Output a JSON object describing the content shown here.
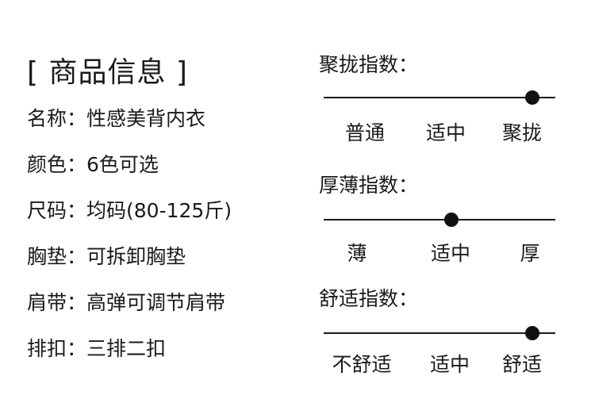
{
  "title": "[ 商品信息 ]",
  "info": [
    {
      "label": "名称：",
      "value": "性感美背内衣"
    },
    {
      "label": "颜色：",
      "value": "6色可选"
    },
    {
      "label": "尺码：",
      "value": "均码(80-125斤)"
    },
    {
      "label": "胸垫：",
      "value": "可拆卸胸垫"
    },
    {
      "label": "肩带：",
      "value": "高弹可调节肩带"
    },
    {
      "label": "排扣：",
      "value": "三排二扣"
    }
  ],
  "scales": [
    {
      "heading": "聚拢指数：",
      "labels": [
        "普通",
        "适中",
        "聚拢"
      ],
      "selected": "聚拢",
      "level": 0.9
    },
    {
      "heading": "厚薄指数：",
      "labels": [
        "薄",
        "适中",
        "厚"
      ],
      "selected": "适中",
      "level": 0.55
    },
    {
      "heading": "舒适指数：",
      "labels": [
        "不舒适",
        "适中",
        "舒适"
      ],
      "selected": "舒适",
      "level": 0.9
    }
  ]
}
